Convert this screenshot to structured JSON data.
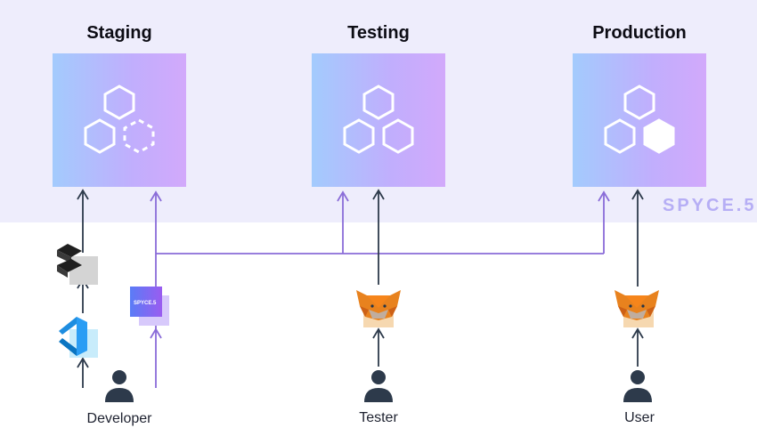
{
  "environments": [
    {
      "id": "staging",
      "label": "Staging"
    },
    {
      "id": "testing",
      "label": "Testing"
    },
    {
      "id": "production",
      "label": "Production"
    }
  ],
  "brand": {
    "text": "SPYCE.5",
    "small_text": "SPYCE.5"
  },
  "actors": [
    {
      "id": "developer",
      "label": "Developer"
    },
    {
      "id": "tester",
      "label": "Tester"
    },
    {
      "id": "user",
      "label": "User"
    }
  ],
  "icons": [
    "user-icon",
    "vscode-icon",
    "code-tool-icon",
    "spyce-tool-icon",
    "metamask-fox-icon"
  ],
  "colors": {
    "band": "#eeedfc",
    "purple_line": "#8a6cd8",
    "dark_line": "#2d3a4b",
    "gradient_start": "#a3cbfd",
    "gradient_end": "#d2a9fb"
  }
}
